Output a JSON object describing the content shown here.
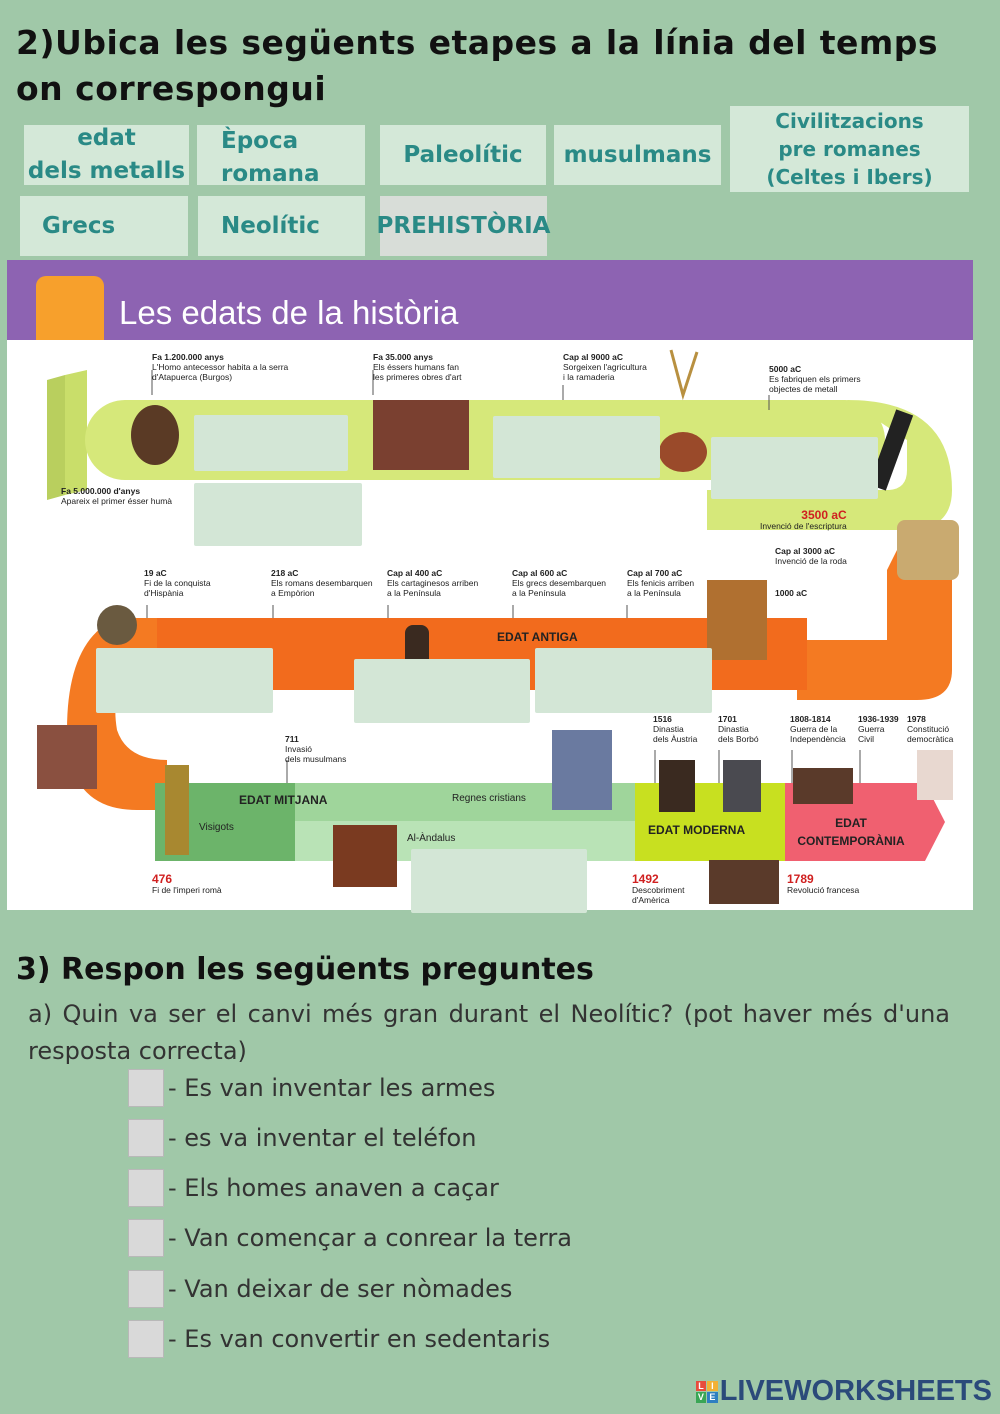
{
  "section2": {
    "title": "2)Ubica les següents etapes a la línia del temps on correspongui",
    "chips": {
      "metalls_1": "edat",
      "metalls_2": "dels metalls",
      "romana_1": "Època",
      "romana_2": "romana",
      "paleolitic": "Paleolític",
      "musulmans": "musulmans",
      "civ_1": "Civilitzacions",
      "civ_2": "pre romanes",
      "civ_3": "(Celtes i Ibers)",
      "grecs": "Grecs",
      "neolitic": "Neolític",
      "prehistoria": "PREHISTÒRIA"
    }
  },
  "timeline": {
    "title": "Les edats de la història",
    "colors": {
      "header": "#8d63b2",
      "prehistory_band": "#d6e87a",
      "ancient_band": "#f26b1d",
      "medieval_band": "#7cc07a",
      "modern_band": "#c8e020",
      "contemporary_band": "#f06070"
    },
    "events": {
      "e1_date": "Fa 1.200.000 anys",
      "e1_t1": "L'Homo antecessor habita a la serra",
      "e1_t2": "d'Atapuerca (Burgos)",
      "e2_date": "Fa 35.000 anys",
      "e2_t1": "Els éssers humans fan",
      "e2_t2": "les primeres obres d'art",
      "e3_date": "Cap al 9000 aC",
      "e3_t1": "Sorgeixen l'agricultura",
      "e3_t2": "i la ramaderia",
      "e4_date": "5000 aC",
      "e4_t1": "Es fabriquen els primers",
      "e4_t2": "objectes de metall",
      "e5_date": "Fa 5.000.000 d'anys",
      "e5_t1": "Apareix el primer ésser humà",
      "e6_date": "3500 aC",
      "e6_t1": "Invenció de l'escriptura",
      "e7_date": "Cap al 3000 aC",
      "e7_t1": "Invenció de la roda",
      "e8_date": "19 aC",
      "e8_t1": "Fi de la conquista",
      "e8_t2": "d'Hispània",
      "e9_date": "218 aC",
      "e9_t1": "Els romans desembarquen",
      "e9_t2": "a Empòrion",
      "e10_date": "Cap al 400 aC",
      "e10_t1": "Els cartaginesos arriben",
      "e10_t2": "a la Península",
      "e11_date": "Cap al 600 aC",
      "e11_t1": "Els grecs desembarquen",
      "e11_t2": "a la Península",
      "e12_date": "Cap al 700 aC",
      "e12_t1": "Els fenicis arriben",
      "e12_t2": "a la Península",
      "e13_date": "1000 aC",
      "e14_date": "711",
      "e14_t1": "Invasió",
      "e14_t2": "dels musulmans",
      "e15_date": "1516",
      "e15_t1": "Dinastia",
      "e15_t2": "dels Àustria",
      "e16_date": "1701",
      "e16_t1": "Dinastia",
      "e16_t2": "dels Borbó",
      "e17_date": "1808-1814",
      "e17_t1": "Guerra de la",
      "e17_t2": "Independència",
      "e18_date": "1936-1939",
      "e18_t1": "Guerra",
      "e18_t2": "Civil",
      "e19_date": "1978",
      "e19_t1": "Constitució",
      "e19_t2": "democràtica",
      "e20_date": "476",
      "e20_t1": "Fi de l'imperi romà",
      "e21_date": "1492",
      "e21_t1": "Descobriment",
      "e21_t2": "d'Amèrica",
      "e22_date": "1789",
      "e22_t1": "Revolució francesa"
    },
    "eras": {
      "antiga": "EDAT ANTIGA",
      "mitjana": "EDAT MITJANA",
      "moderna": "EDAT MODERNA",
      "contemporania_1": "EDAT",
      "contemporania_2": "CONTEMPORÀNIA",
      "visigots": "Visigots",
      "regnes": "Regnes cristians",
      "alandalus": "Al-Àndalus"
    }
  },
  "section3": {
    "title": "3) Respon les següents preguntes",
    "question_a": "a) Quin va ser el canvi més gran durant el Neolític? (pot haver més d'una resposta correcta)",
    "options": [
      "- Es van inventar les armes",
      "- es va inventar el teléfon",
      "- Els homes anaven a caçar",
      "- Van començar a conrear la terra",
      "- Van deixar de ser nòmades",
      "- Es van convertir en sedentaris"
    ]
  },
  "branding": {
    "logo_text": "LIVEWORKSHEETS",
    "logo_mark_letters": [
      "L",
      "I",
      "V",
      "E"
    ]
  }
}
